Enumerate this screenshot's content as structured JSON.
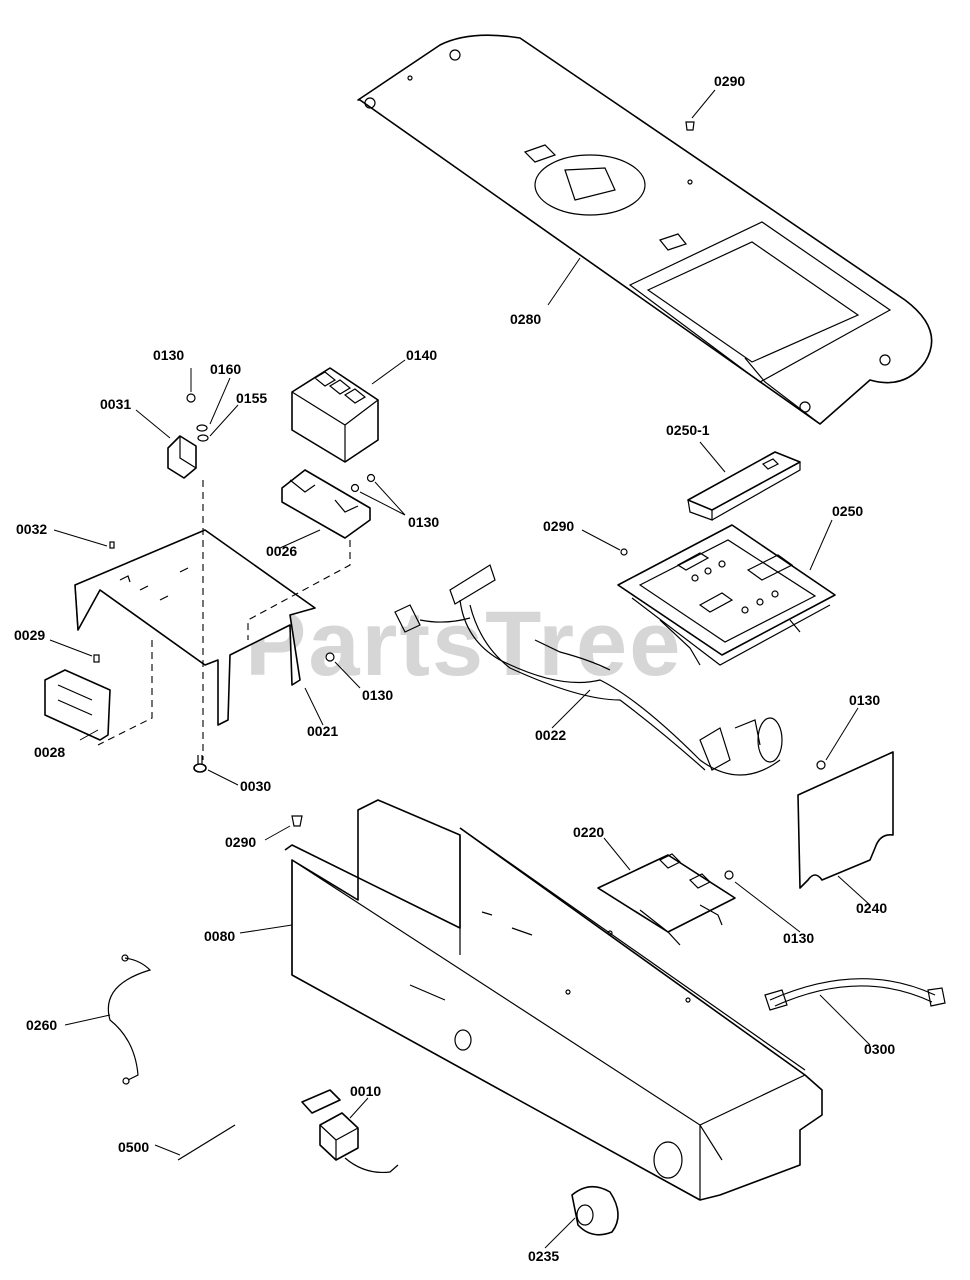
{
  "watermark": "PartsTree",
  "labels": {
    "l0290a": "0290",
    "l0280": "0280",
    "l0130a": "0130",
    "l0160": "0160",
    "l0140": "0140",
    "l0031": "0031",
    "l0155": "0155",
    "l0250_1": "0250-1",
    "l0130b": "0130",
    "l0026": "0026",
    "l0032": "0032",
    "l0290b": "0290",
    "l0250": "0250",
    "l0029": "0029",
    "l0130c": "0130",
    "l0021": "0021",
    "l0022": "0022",
    "l0028": "0028",
    "l0030": "0030",
    "l0130d": "0130",
    "l0290c": "0290",
    "l0220": "0220",
    "l0080": "0080",
    "l0240": "0240",
    "l0130e": "0130",
    "l0260": "0260",
    "l0300": "0300",
    "l0010": "0010",
    "l0500": "0500",
    "l0235": "0235"
  }
}
